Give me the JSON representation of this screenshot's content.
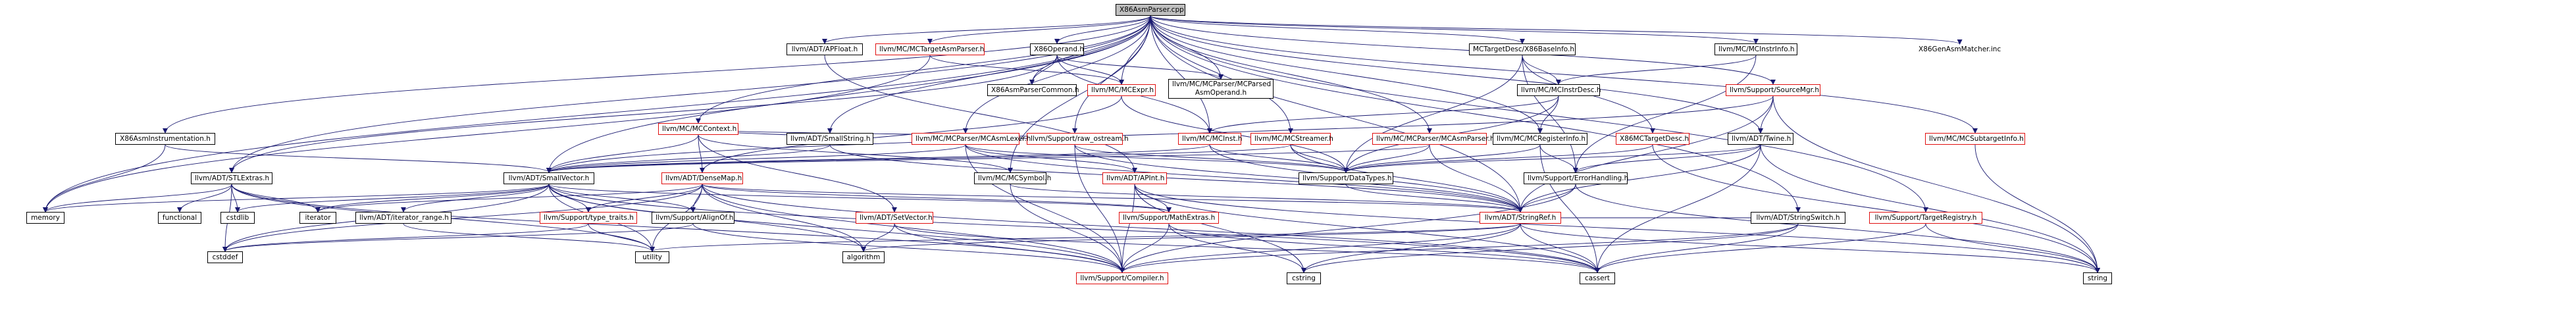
{
  "diagram": {
    "nodes": [
      {
        "id": "root",
        "label": "X86AsmParser.cpp",
        "style": "root"
      },
      {
        "id": "apfloat",
        "label": "llvm/ADT/APFloat.h",
        "style": "box"
      },
      {
        "id": "mctargetasmparser",
        "label": "llvm/MC/MCTargetAsmParser.h",
        "style": "red"
      },
      {
        "id": "x86operand",
        "label": "X86Operand.h",
        "style": "box"
      },
      {
        "id": "mctargetdesc",
        "label": "MCTargetDesc/X86BaseInfo.h",
        "style": "box"
      },
      {
        "id": "mcinstrinfo",
        "label": "llvm/MC/MCInstrInfo.h",
        "style": "box"
      },
      {
        "id": "x86genasmmatcher",
        "label": "X86GenAsmMatcher.inc",
        "style": "plain"
      },
      {
        "id": "x86asmparsercommon",
        "label": "X86AsmParserCommon.h",
        "style": "box"
      },
      {
        "id": "mcexpr",
        "label": "llvm/MC/MCExpr.h",
        "style": "red"
      },
      {
        "id": "mcparsedasmoperand",
        "label": [
          "llvm/MC/MCParser/MCParsed",
          "AsmOperand.h"
        ],
        "style": "box"
      },
      {
        "id": "mcinstrdesc",
        "label": "llvm/MC/MCInstrDesc.h",
        "style": "box"
      },
      {
        "id": "sourcemgr",
        "label": "llvm/Support/SourceMgr.h",
        "style": "red"
      },
      {
        "id": "mccontext",
        "label": "llvm/MC/MCContext.h",
        "style": "red"
      },
      {
        "id": "smallstring",
        "label": "llvm/ADT/SmallString.h",
        "style": "box"
      },
      {
        "id": "rawostream",
        "label": "llvm/Support/raw_ostream.h",
        "style": "red"
      },
      {
        "id": "mcasmlexer",
        "label": "llvm/MC/MCParser/MCAsmLexer.h",
        "style": "red"
      },
      {
        "id": "mcinst",
        "label": "llvm/MC/MCInst.h",
        "style": "red"
      },
      {
        "id": "mcstreamer",
        "label": "llvm/MC/MCStreamer.h",
        "style": "red"
      },
      {
        "id": "mcasmparser",
        "label": "llvm/MC/MCParser/MCAsmParser.h",
        "style": "red"
      },
      {
        "id": "mcregisterinfo",
        "label": "llvm/MC/MCRegisterInfo.h",
        "style": "box"
      },
      {
        "id": "x86mctargetdesc",
        "label": "X86MCTargetDesc.h",
        "style": "red"
      },
      {
        "id": "twine",
        "label": "llvm/ADT/Twine.h",
        "style": "box"
      },
      {
        "id": "mcsubtargetinfo",
        "label": "llvm/MC/MCSubtargetInfo.h",
        "style": "red"
      },
      {
        "id": "x86asminstrumentation",
        "label": "X86AsmInstrumentation.h",
        "style": "box"
      },
      {
        "id": "stlextras",
        "label": "llvm/ADT/STLExtras.h",
        "style": "box"
      },
      {
        "id": "smallvector",
        "label": "llvm/ADT/SmallVector.h",
        "style": "box"
      },
      {
        "id": "densemap",
        "label": "llvm/ADT/DenseMap.h",
        "style": "red"
      },
      {
        "id": "mcsymbol",
        "label": "llvm/MC/MCSymbol.h",
        "style": "box"
      },
      {
        "id": "apint",
        "label": "llvm/ADT/APInt.h",
        "style": "red"
      },
      {
        "id": "datatypes",
        "label": "llvm/Support/DataTypes.h",
        "style": "box"
      },
      {
        "id": "errorhandling",
        "label": "llvm/Support/ErrorHandling.h",
        "style": "box"
      },
      {
        "id": "stringswitch",
        "label": "llvm/ADT/StringSwitch.h",
        "style": "box"
      },
      {
        "id": "memory",
        "label": "memory",
        "style": "box"
      },
      {
        "id": "functional",
        "label": "functional",
        "style": "box"
      },
      {
        "id": "cstdlib",
        "label": "cstdlib",
        "style": "box"
      },
      {
        "id": "iterator",
        "label": "iterator",
        "style": "box"
      },
      {
        "id": "iteratorrange",
        "label": "llvm/ADT/iterator_range.h",
        "style": "box"
      },
      {
        "id": "typetraits",
        "label": "llvm/Support/type_traits.h",
        "style": "red"
      },
      {
        "id": "alignof",
        "label": "llvm/Support/AlignOf.h",
        "style": "box"
      },
      {
        "id": "smallset",
        "label": "llvm/ADT/SetVector.h",
        "style": "red"
      },
      {
        "id": "mathextras",
        "label": "llvm/Support/MathExtras.h",
        "style": "red"
      },
      {
        "id": "stringref",
        "label": "llvm/ADT/StringRef.h",
        "style": "red"
      },
      {
        "id": "targetregistry",
        "label": "llvm/Support/TargetRegistry.h",
        "style": "red"
      },
      {
        "id": "cstddef",
        "label": "cstddef",
        "style": "box"
      },
      {
        "id": "utility",
        "label": "utility",
        "style": "box"
      },
      {
        "id": "algorithm",
        "label": "algorithm",
        "style": "box"
      },
      {
        "id": "compiler",
        "label": "llvm/Support/Compiler.h",
        "style": "red"
      },
      {
        "id": "cstring",
        "label": "cstring",
        "style": "box"
      },
      {
        "id": "cassert",
        "label": "cassert",
        "style": "box"
      },
      {
        "id": "string",
        "label": "string",
        "style": "box"
      }
    ],
    "edges": [
      [
        "root",
        "apfloat"
      ],
      [
        "root",
        "mctargetasmparser"
      ],
      [
        "root",
        "x86operand"
      ],
      [
        "root",
        "mctargetdesc"
      ],
      [
        "root",
        "mcinstrinfo"
      ],
      [
        "root",
        "x86genasmmatcher"
      ],
      [
        "root",
        "x86asminstrumentation"
      ],
      [
        "root",
        "stlextras"
      ],
      [
        "root",
        "mccontext"
      ],
      [
        "root",
        "smallstring"
      ],
      [
        "root",
        "mcasmlexer"
      ],
      [
        "root",
        "mcinst"
      ],
      [
        "root",
        "mcstreamer"
      ],
      [
        "root",
        "mcasmparser"
      ],
      [
        "root",
        "mcregisterinfo"
      ],
      [
        "root",
        "sourcemgr"
      ],
      [
        "root",
        "twine"
      ],
      [
        "root",
        "mcsubtargetinfo"
      ],
      [
        "root",
        "targetregistry"
      ],
      [
        "root",
        "memory"
      ],
      [
        "root",
        "rawostream"
      ],
      [
        "root",
        "x86asmparsercommon"
      ],
      [
        "root",
        "mcexpr"
      ],
      [
        "root",
        "mcparsedasmoperand"
      ],
      [
        "root",
        "stringswitch"
      ],
      [
        "root",
        "smallvector"
      ],
      [
        "root",
        "stringref"
      ],
      [
        "root",
        "mcsymbol"
      ],
      [
        "apfloat",
        "apint"
      ],
      [
        "mctargetasmparser",
        "mcexpr"
      ],
      [
        "mctargetasmparser",
        "memory"
      ],
      [
        "x86operand",
        "x86asmparsercommon"
      ],
      [
        "x86operand",
        "mcexpr"
      ],
      [
        "x86operand",
        "mcparsedasmoperand"
      ],
      [
        "x86operand",
        "mcinst"
      ],
      [
        "x86operand",
        "stlextras"
      ],
      [
        "mcexpr",
        "datatypes"
      ],
      [
        "mcexpr",
        "densemap"
      ],
      [
        "mctargetdesc",
        "mcinstrdesc"
      ],
      [
        "mctargetdesc",
        "x86mctargetdesc"
      ],
      [
        "mctargetdesc",
        "datatypes"
      ],
      [
        "mctargetdesc",
        "errorhandling"
      ],
      [
        "mcinstrinfo",
        "mcinstrdesc"
      ],
      [
        "mcinstrinfo",
        "errorhandling"
      ],
      [
        "mcinstrdesc",
        "mcinst"
      ],
      [
        "mcinstrdesc",
        "mcregisterinfo"
      ],
      [
        "mcinstrdesc",
        "datatypes"
      ],
      [
        "mcinstrdesc",
        "subtargetfeat"
      ],
      [
        "sourcemgr",
        "twine"
      ],
      [
        "sourcemgr",
        "smallvector"
      ],
      [
        "sourcemgr",
        "stringref"
      ],
      [
        "sourcemgr",
        "string"
      ],
      [
        "mccontext",
        "smallvector"
      ],
      [
        "mccontext",
        "densemap"
      ],
      [
        "mccontext",
        "smallstring"
      ],
      [
        "mccontext",
        "rawostream"
      ],
      [
        "mccontext",
        "smallset"
      ],
      [
        "mccontext",
        "mcsymbol"
      ],
      [
        "smallstring",
        "smallvector"
      ],
      [
        "smallstring",
        "stringref"
      ],
      [
        "rawostream",
        "datatypes"
      ],
      [
        "rawostream",
        "stringref"
      ],
      [
        "rawostream",
        "compiler"
      ],
      [
        "mcasmlexer",
        "smallvector"
      ],
      [
        "mcasmlexer",
        "apint"
      ],
      [
        "mcasmlexer",
        "datatypes"
      ],
      [
        "mcasmlexer",
        "compiler"
      ],
      [
        "mcasmlexer",
        "stringref"
      ],
      [
        "mcinst",
        "datatypes"
      ],
      [
        "mcinst",
        "smallvector"
      ],
      [
        "mcinst",
        "stringref"
      ],
      [
        "mcstreamer",
        "datatypes"
      ],
      [
        "mcstreamer",
        "smallvector"
      ],
      [
        "mcstreamer",
        "stringref"
      ],
      [
        "mcasmparser",
        "datatypes"
      ],
      [
        "mcasmparser",
        "smallvector"
      ],
      [
        "mcasmparser",
        "stringref"
      ],
      [
        "mcregisterinfo",
        "datatypes"
      ],
      [
        "mcregisterinfo",
        "errorhandling"
      ],
      [
        "mcregisterinfo",
        "cassert"
      ],
      [
        "x86mctargetdesc",
        "datatypes"
      ],
      [
        "x86mctargetdesc",
        "string"
      ],
      [
        "twine",
        "datatypes"
      ],
      [
        "twine",
        "errorhandling"
      ],
      [
        "twine",
        "stringref"
      ],
      [
        "twine",
        "cassert"
      ],
      [
        "twine",
        "string"
      ],
      [
        "mcsubtargetinfo",
        "string"
      ],
      [
        "x86asminstrumentation",
        "memory"
      ],
      [
        "x86asminstrumentation",
        "smallvector"
      ],
      [
        "stlextras",
        "functional"
      ],
      [
        "stlextras",
        "cstdlib"
      ],
      [
        "stlextras",
        "iterator"
      ],
      [
        "stlextras",
        "memory"
      ],
      [
        "stlextras",
        "cstddef"
      ],
      [
        "stlextras",
        "utility"
      ],
      [
        "stlextras",
        "compiler"
      ],
      [
        "smallvector",
        "memory"
      ],
      [
        "smallvector",
        "iterator"
      ],
      [
        "smallvector",
        "cstdlib"
      ],
      [
        "smallvector",
        "iteratorrange"
      ],
      [
        "smallvector",
        "typetraits"
      ],
      [
        "smallvector",
        "alignof"
      ],
      [
        "smallvector",
        "mathextras"
      ],
      [
        "smallvector",
        "cstddef"
      ],
      [
        "smallvector",
        "algorithm"
      ],
      [
        "smallvector",
        "compiler"
      ],
      [
        "smallvector",
        "cassert"
      ],
      [
        "smallvector",
        "utility"
      ],
      [
        "densemap",
        "mathextras"
      ],
      [
        "densemap",
        "alignof"
      ],
      [
        "densemap",
        "typetraits"
      ],
      [
        "densemap",
        "utility"
      ],
      [
        "densemap",
        "algorithm"
      ],
      [
        "densemap",
        "iterator"
      ],
      [
        "densemap",
        "compiler"
      ],
      [
        "densemap",
        "cassert"
      ],
      [
        "densemap",
        "cstddef"
      ],
      [
        "densemap",
        "stringref"
      ],
      [
        "mcsymbol",
        "compiler"
      ],
      [
        "mcsymbol",
        "stringref"
      ],
      [
        "apint",
        "mathextras"
      ],
      [
        "apint",
        "compiler"
      ],
      [
        "apint",
        "cassert"
      ],
      [
        "apint",
        "string"
      ],
      [
        "apint",
        "cstring"
      ],
      [
        "datatypes",
        "stringref"
      ],
      [
        "errorhandling",
        "stringref"
      ],
      [
        "errorhandling",
        "compiler"
      ],
      [
        "errorhandling",
        "string"
      ],
      [
        "stringswitch",
        "stringref"
      ],
      [
        "stringswitch",
        "compiler"
      ],
      [
        "stringswitch",
        "cassert"
      ],
      [
        "stringswitch",
        "cstring"
      ],
      [
        "iteratorrange",
        "utility"
      ],
      [
        "typetraits",
        "utility"
      ],
      [
        "typetraits",
        "cstddef"
      ],
      [
        "alignof",
        "compiler"
      ],
      [
        "alignof",
        "cstddef"
      ],
      [
        "smallset",
        "compiler"
      ],
      [
        "smallset",
        "algorithm"
      ],
      [
        "smallset",
        "cassert"
      ],
      [
        "mathextras",
        "compiler"
      ],
      [
        "mathextras",
        "cstring"
      ],
      [
        "mathextras",
        "cassert"
      ],
      [
        "stringref",
        "compiler"
      ],
      [
        "stringref",
        "algorithm"
      ],
      [
        "stringref",
        "cassert"
      ],
      [
        "stringref",
        "cstring"
      ],
      [
        "stringref",
        "string"
      ],
      [
        "stringref",
        "utility"
      ],
      [
        "targetregistry",
        "cassert"
      ],
      [
        "targetregistry",
        "string"
      ]
    ]
  }
}
